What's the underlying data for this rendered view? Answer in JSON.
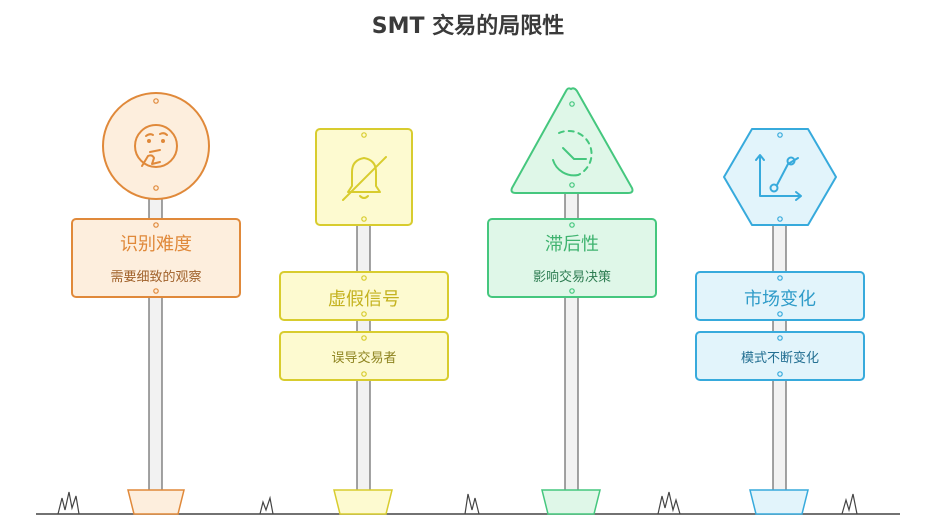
{
  "title": "SMT 交易的局限性",
  "signs": [
    {
      "name": "recognition-difficulty",
      "heading": "识别难度",
      "detail": "需要细致的观察",
      "icon": "thinking-face-icon",
      "color": "#e0893a",
      "fill": "#fdeedd"
    },
    {
      "name": "false-signal",
      "heading": "虚假信号",
      "detail": "误导交易者",
      "icon": "bell-off-icon",
      "color": "#d8cc2e",
      "fill": "#fdfad0"
    },
    {
      "name": "lag",
      "heading": "滞后性",
      "detail": "影响交易决策",
      "icon": "clock-delay-icon",
      "color": "#45c77e",
      "fill": "#dff7e8"
    },
    {
      "name": "market-change",
      "heading": "市场变化",
      "detail": "模式不断变化",
      "icon": "trend-chart-icon",
      "color": "#37aadc",
      "fill": "#e2f4fb"
    }
  ]
}
